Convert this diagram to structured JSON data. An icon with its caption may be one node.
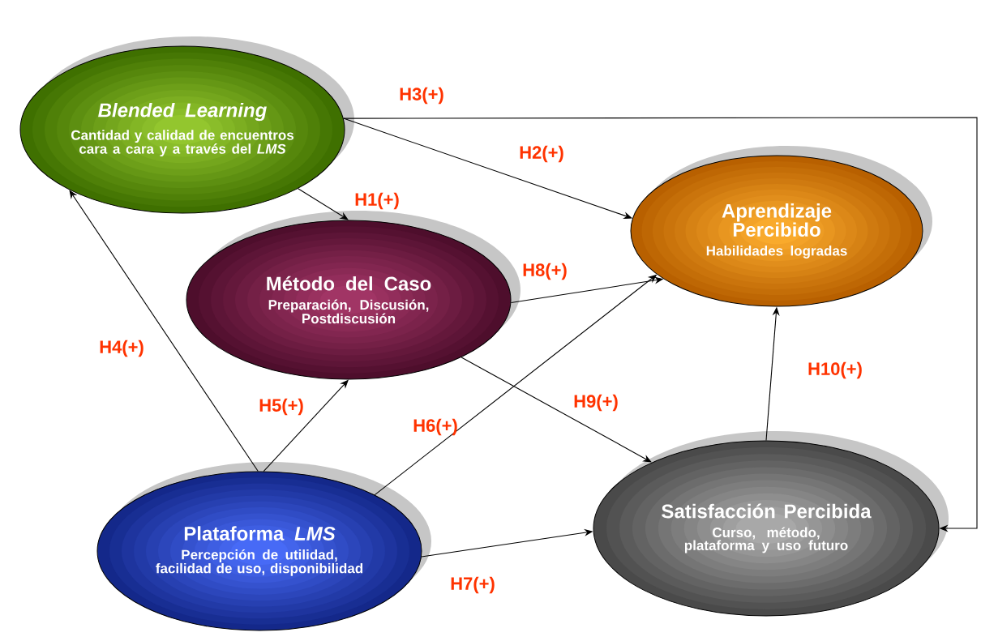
{
  "diagram": {
    "nodes": [
      {
        "text": [
          "Blended Learning",
          "Cantidad y calidad de encuentros cara a cara y a través del *LMS*"
        ]
      },
      {
        "text": [
          "Método del Caso",
          "Preparación, Discusión, Postdiscusión"
        ]
      },
      {
        "text": [
          "Aprendizaje Percibido",
          "Habilidades logradas"
        ]
      },
      {
        "text": [
          "Plataforma *LMS*",
          "Percepción de utilidad, facilidad de uso, disponibilidad"
        ]
      },
      {
        "text": [
          "Satisfacción Percibida",
          "Curso, método, plataforma y uso futuro"
        ]
      }
    ],
    "edges": [
      {
        "from": 0,
        "to": 1,
        "arrow": "to",
        "label": "H1(+)"
      },
      {
        "from": 0,
        "to": 2,
        "arrow": "to",
        "label": "H2(+)"
      },
      {
        "from": 0,
        "to": 4,
        "arrow": "to",
        "label": "H3(+)"
      },
      {
        "from": 3,
        "to": 0,
        "arrow": "to",
        "label": "H4(+)"
      },
      {
        "from": 3,
        "to": 1,
        "arrow": "to",
        "label": "H5(+)"
      },
      {
        "from": 3,
        "to": 2,
        "arrow": "to",
        "label": "H6(+)"
      },
      {
        "from": 3,
        "to": 4,
        "arrow": "to",
        "label": "H7(+)"
      },
      {
        "from": 1,
        "to": 2,
        "arrow": "to",
        "label": "H8(+)"
      },
      {
        "from": 1,
        "to": 4,
        "arrow": "to",
        "label": "H9(+)"
      },
      {
        "from": 4,
        "to": 2,
        "arrow": "to",
        "label": "H10(+)"
      }
    ]
  }
}
